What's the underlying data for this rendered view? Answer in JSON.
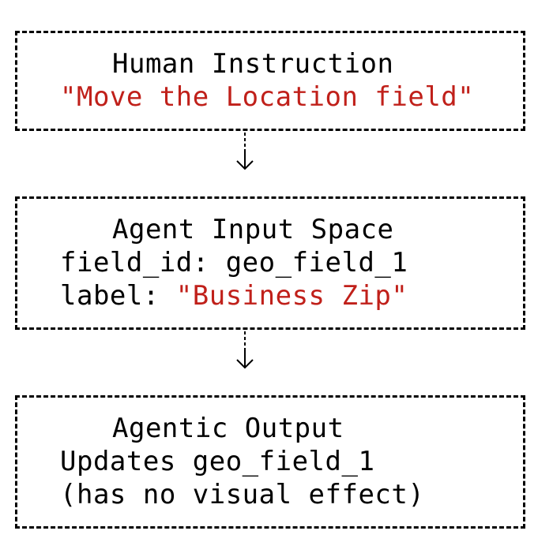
{
  "boxes": [
    {
      "title": "Human Instruction",
      "lines": [
        "\"Move the Location field\""
      ]
    },
    {
      "title": "Agent Input Space",
      "lines": [
        "field_id: geo_field_1"
      ],
      "label_prefix": "label: ",
      "label_value": "\"Business Zip\""
    },
    {
      "title": "Agentic Output",
      "lines": [
        "Updates geo_field_1",
        "(has no visual effect)"
      ]
    }
  ],
  "colors": {
    "highlight": "#c0201a",
    "text": "#000000",
    "border": "#000000"
  }
}
